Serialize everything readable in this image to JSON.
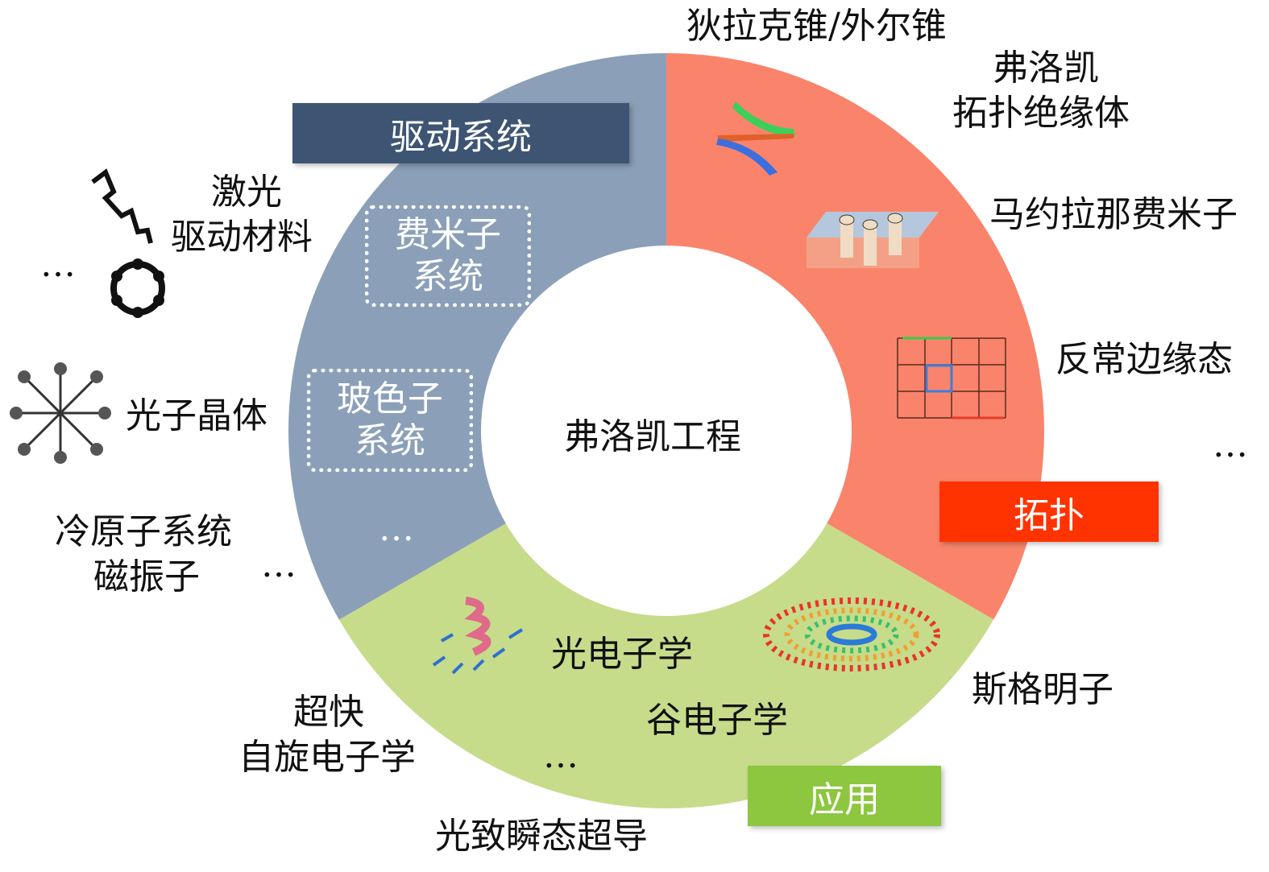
{
  "center_label": "弗洛凯工程",
  "segments": [
    {
      "name": "topology",
      "label": "拓扑",
      "color": "#f9846b",
      "label_color": "#ff3300",
      "share": 0.3333
    },
    {
      "name": "application",
      "label": "应用",
      "color": "#c6dc8b",
      "label_color": "#8dc63f",
      "share": 0.3333
    },
    {
      "name": "driving",
      "label": "驱动系统",
      "color": "#8ba0b8",
      "label_color": "#3d5573",
      "share": 0.3334
    }
  ],
  "driving": {
    "inner": [
      "费米子",
      "系统",
      "玻色子",
      "系统",
      "…"
    ],
    "outer": [
      "激光",
      "驱动材料",
      "…",
      "光子晶体",
      "冷原子系统",
      "磁振子",
      "…"
    ]
  },
  "topology": {
    "items": [
      "狄拉克锥/外尔锥",
      "弗洛凯",
      "拓扑绝缘体",
      "马约拉那费米子",
      "反常边缘态",
      "…"
    ]
  },
  "application": {
    "items": [
      "光电子学",
      "谷电子学",
      "…",
      "斯格明子",
      "超快",
      "自旋电子学",
      "光致瞬态超导"
    ]
  }
}
